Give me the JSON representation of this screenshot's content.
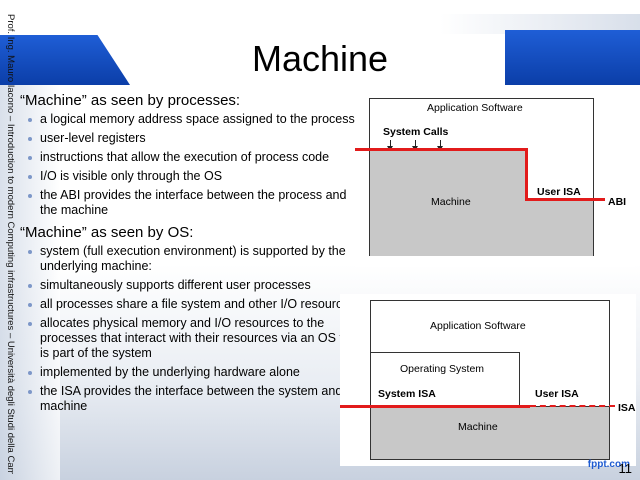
{
  "slide": {
    "title": "Machine",
    "vertical_text": "Prof. Ing. Mauro Iacono – Introduction to modern Computing infrastructures – Università degli Studi della Campania",
    "page_number": "11",
    "footer_logo": "fppt.com"
  },
  "sections": [
    {
      "heading": "“Machine” as seen by processes:",
      "items": [
        "a logical memory address space assigned to the process",
        "user-level registers",
        "instructions that allow the execution of process code",
        "I/O is visible only through the OS",
        "the ABI provides the interface between the process and the machine"
      ]
    },
    {
      "heading": "“Machine” as seen by OS:",
      "items": [
        "system (full execution environment) is supported by the underlying machine:",
        "simultaneously supports different user processes",
        "all processes share a file system and other I/O resources",
        "allocates physical memory and I/O resources to the processes that interact with their resources via an OS that is part of the system",
        "implemented by the underlying hardware alone",
        "the ISA provides the interface between the system and the machine"
      ]
    }
  ],
  "diagram_abi": {
    "app_software": "Application Software",
    "system_calls": "System Calls",
    "machine": "Machine",
    "user_isa": "User ISA",
    "abi": "ABI"
  },
  "diagram_isa": {
    "app_software": "Application Software",
    "operating_system": "Operating System",
    "system_isa": "System ISA",
    "user_isa": "User ISA",
    "machine": "Machine",
    "isa": "ISA"
  },
  "colors": {
    "accent_blue": "#1e5bd1",
    "interface_red": "#e21b1b",
    "machine_gray": "#c8c8c8"
  }
}
